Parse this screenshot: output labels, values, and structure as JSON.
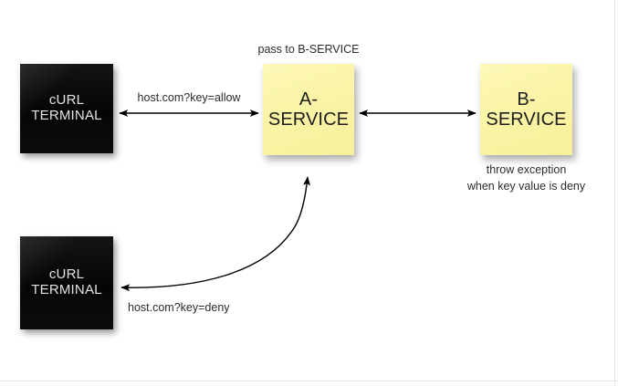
{
  "diagram": {
    "title": "cURL terminal to A-SERVICE to B-SERVICE key allow/deny flow",
    "background": "#ffffff",
    "colors": {
      "sticky_yellow": "#faf4a7",
      "terminal_black": "#0a0a0a",
      "terminal_text": "#e2e2e2",
      "text": "#2b2b2b",
      "arrow": "#000000"
    },
    "nodes": [
      {
        "id": "curl-terminal-allow",
        "type": "terminal",
        "line1": "cURL",
        "line2": "TERMINAL"
      },
      {
        "id": "a-service",
        "type": "sticky",
        "line1": "A-",
        "line2": "SERVICE"
      },
      {
        "id": "b-service",
        "type": "sticky",
        "line1": "B-",
        "line2": "SERVICE"
      },
      {
        "id": "curl-terminal-deny",
        "type": "terminal",
        "line1": "cURL",
        "line2": "TERMINAL"
      }
    ],
    "captions": {
      "pass_to_b_service": "pass to B-SERVICE",
      "request_allow": "host.com?key=allow",
      "throw_exception_line1": "throw exception",
      "throw_exception_line2": "when key value is deny",
      "response_deny": "host.com?key=deny"
    },
    "connectors": [
      {
        "id": "terminal-allow-to-a-service",
        "style": "straight",
        "heads": "both",
        "label": "host.com?key=allow"
      },
      {
        "id": "a-service-to-b-service",
        "style": "straight",
        "heads": "both",
        "label": ""
      },
      {
        "id": "a-service-to-terminal-deny",
        "style": "curved",
        "heads": "both",
        "label": "host.com?key=deny"
      }
    ]
  }
}
